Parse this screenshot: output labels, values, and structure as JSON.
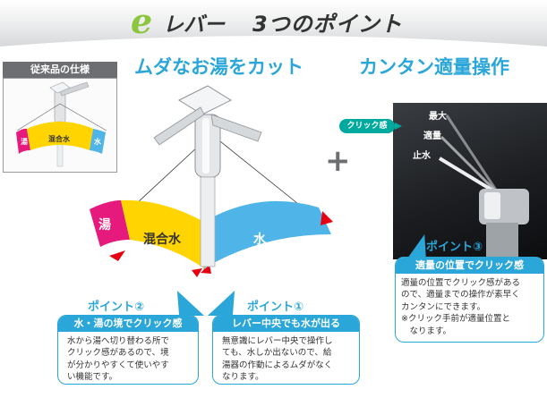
{
  "header": {
    "brand_e": "e",
    "brand_lever": "レバー",
    "title": "3つのポイント"
  },
  "old_model": {
    "tag": "従来品の仕様",
    "labels": {
      "hot": "湯",
      "mix": "混合水",
      "water": "水"
    }
  },
  "left_section": {
    "heading": "ムダなお湯をカット",
    "labels": {
      "hot": "湯",
      "mix": "混合水",
      "water": "水"
    }
  },
  "right_section": {
    "heading": "カンタン適量操作",
    "click_badge": "クリック感",
    "positions": {
      "max": "最大",
      "moderate": "適量",
      "stop": "止水"
    }
  },
  "plus": "+",
  "points": [
    {
      "title": "ポイント②",
      "head": "水・湯の境でクリック感",
      "lines": [
        "水から湯へ切り替わる所で",
        "クリック感があるので、境",
        "が分かりやすくて使いやす",
        "い機能です。"
      ]
    },
    {
      "title": "ポイント①",
      "head": "レバー中央でも水が出る",
      "lines": [
        "無意識にレバー中央で操作し",
        "ても、水しか出ないので、給",
        "湯器の作動によるムダがなく",
        "なります。"
      ]
    },
    {
      "title": "ポイント③",
      "head": "適量の位置でクリック感",
      "lines": [
        "適量の位置でクリック感がある",
        "ので、適量までの操作が素早く",
        "カンタンにできます。",
        "※クリック手前が適量位置と",
        "　なります。"
      ]
    }
  ],
  "colors": {
    "accent_blue": "#2ba6d9",
    "hot_pink": "#e6197d",
    "mix_yellow": "#ffd400",
    "water_blue": "#4fb4e8",
    "brand_green": "#8cc63f",
    "badge_teal": "#00a99d",
    "arrow_red": "#e60012"
  }
}
